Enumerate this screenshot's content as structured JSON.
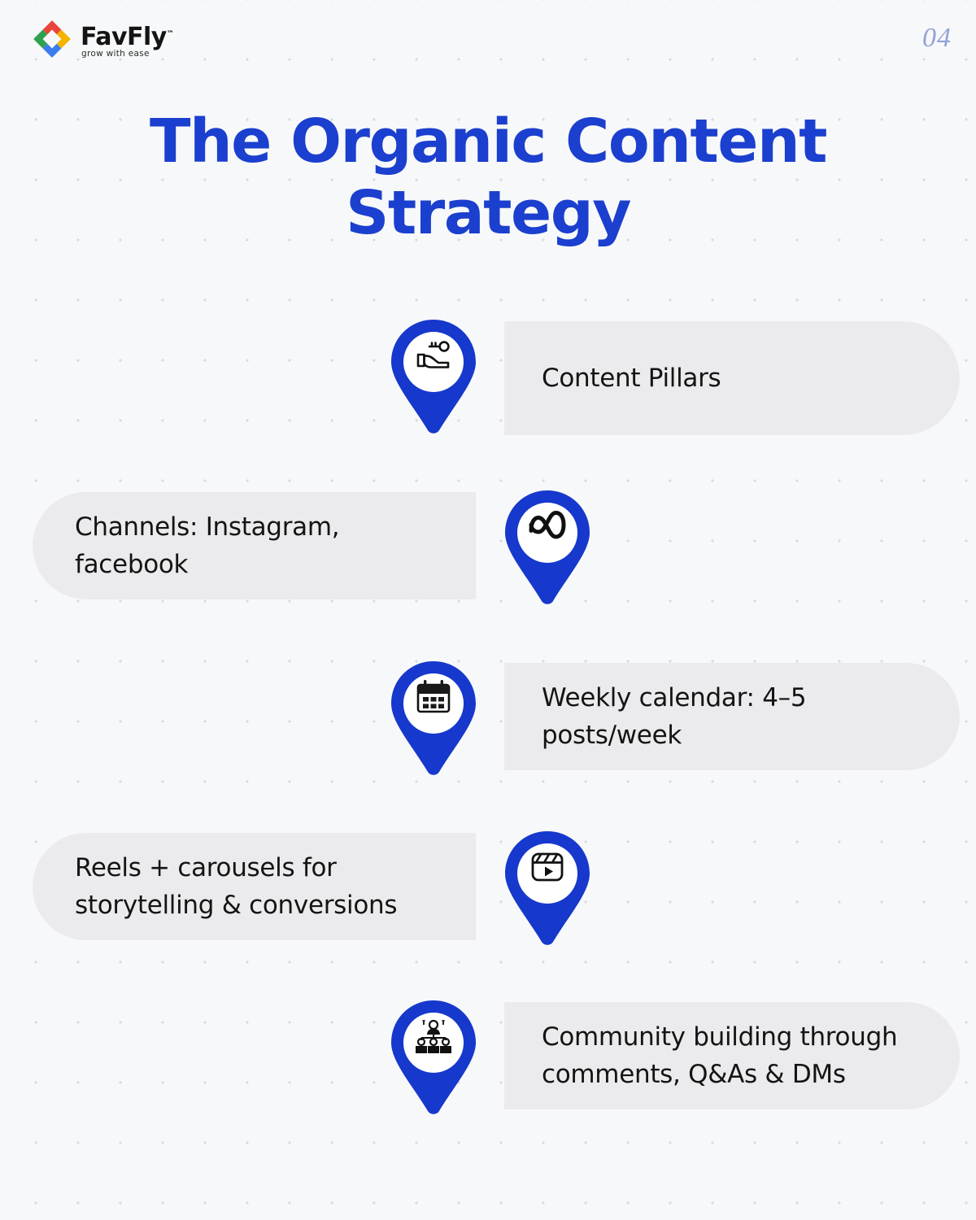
{
  "brand": {
    "name": "FavFly",
    "trademark": "™",
    "tagline": "grow with ease",
    "logo_icon": "favfly-diamond-logo",
    "logo_colors": {
      "top": "#e8453c",
      "right": "#f5b400",
      "bottom": "#3b7dec",
      "left": "#30a14e"
    }
  },
  "page_number": "04",
  "title": "The Organic Content Strategy",
  "colors": {
    "accent_blue": "#1b3fce",
    "pin_blue": "#1638cc",
    "card_gray": "#ebebed",
    "background": "#f7f8f9",
    "dot": "#d8dade",
    "page_number": "#94a3d8",
    "text": "#141414"
  },
  "items": [
    {
      "label": "Content Pillars",
      "icon": "hand-key-icon",
      "side": "right"
    },
    {
      "label": "Channels: Instagram, facebook",
      "icon": "meta-logo-icon",
      "side": "left"
    },
    {
      "label": "Weekly calendar: 4–5 posts/week",
      "icon": "calendar-icon",
      "side": "right"
    },
    {
      "label": "Reels + carousels for storytelling & conversions",
      "icon": "reels-video-icon",
      "side": "left"
    },
    {
      "label": "Community building through comments, Q&As & DMs",
      "icon": "community-people-icon",
      "side": "right"
    }
  ]
}
